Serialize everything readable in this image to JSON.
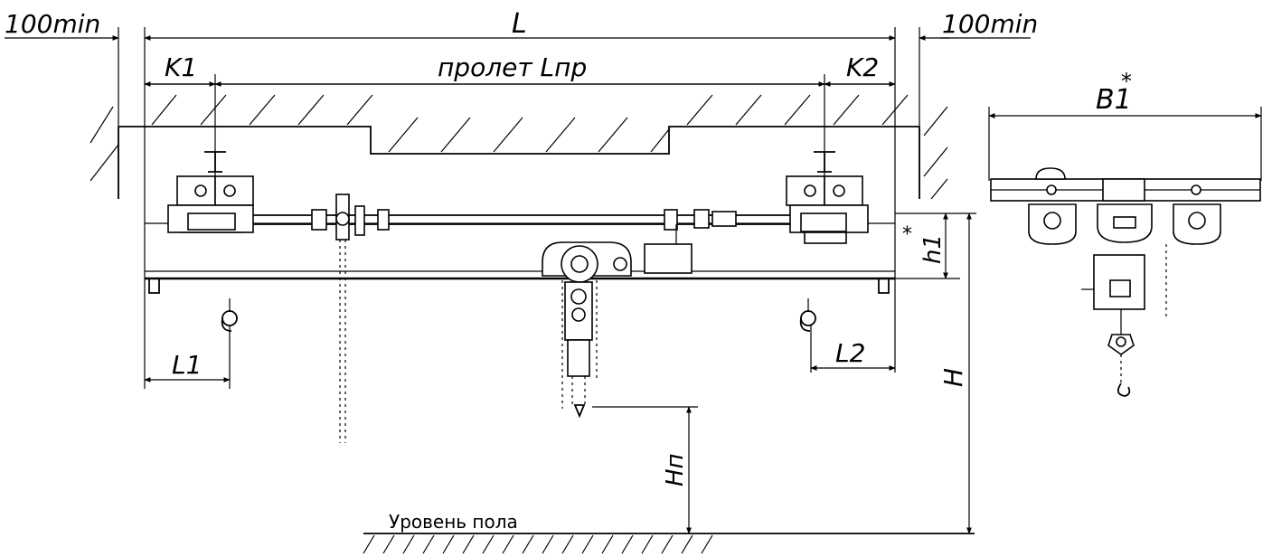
{
  "labels": {
    "left_clearance": "100min",
    "right_clearance": "100min",
    "total_length": "L",
    "span": "пролет Lпр",
    "k1": "K1",
    "k2": "K2",
    "l1": "L1",
    "l2": "L2",
    "h1": "h1",
    "h1_star": "*",
    "height": "H",
    "hn": "Hп",
    "b1": "B1",
    "b1_star": "*",
    "floor_level": "Уровень пола"
  }
}
